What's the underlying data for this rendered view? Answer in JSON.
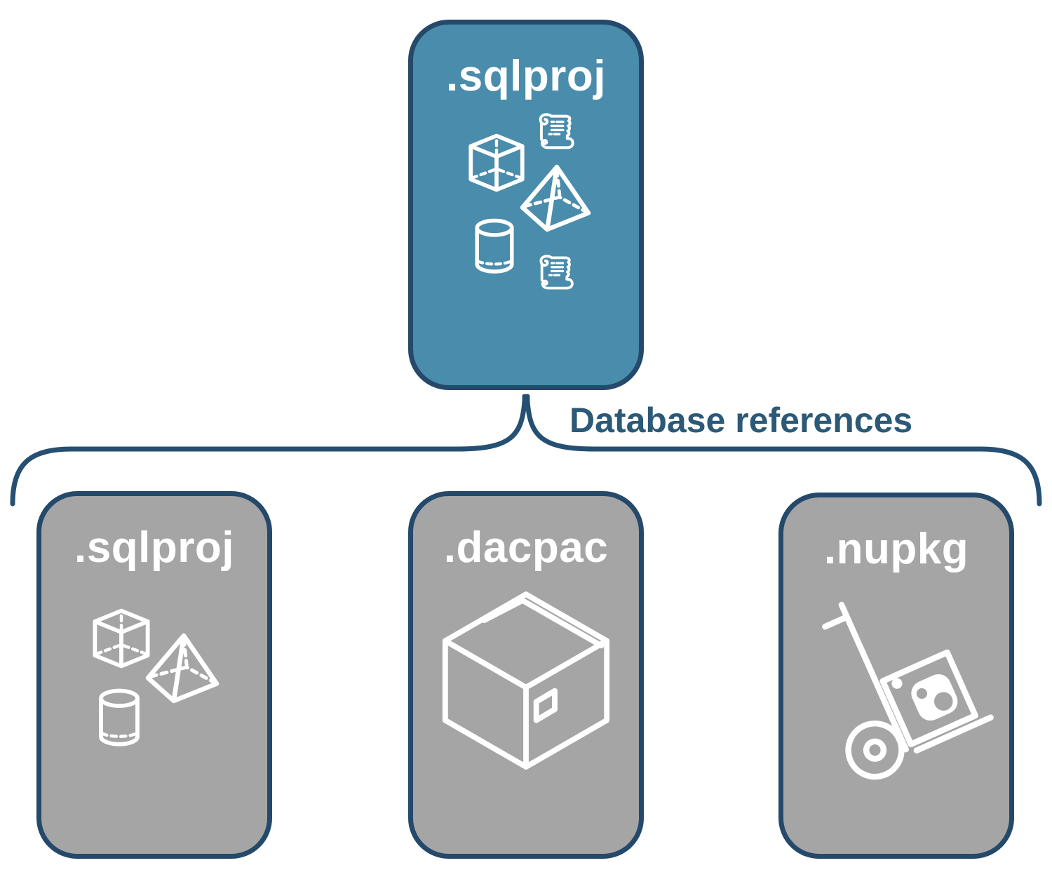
{
  "root_card": {
    "label": ".sqlproj",
    "icons": [
      "cube-icon",
      "scroll-icon",
      "pyramid-icon",
      "cylinder-icon",
      "scroll-icon"
    ]
  },
  "connector": {
    "label": "Database references"
  },
  "child_cards": [
    {
      "label": ".sqlproj",
      "icons": [
        "cube-icon",
        "pyramid-icon",
        "cylinder-icon"
      ]
    },
    {
      "label": ".dacpac",
      "icons": [
        "package-box-icon"
      ]
    },
    {
      "label": ".nupkg",
      "icons": [
        "nuget-dolly-icon"
      ]
    }
  ],
  "colors": {
    "background": "#ffffff",
    "root_fill": "#4a8cab",
    "child_fill": "#a5a5a5",
    "node_border": "#24496a",
    "connector_stroke": "#265073",
    "edge_label_text": "#2b5977",
    "icon_stroke": "#ffffff"
  }
}
